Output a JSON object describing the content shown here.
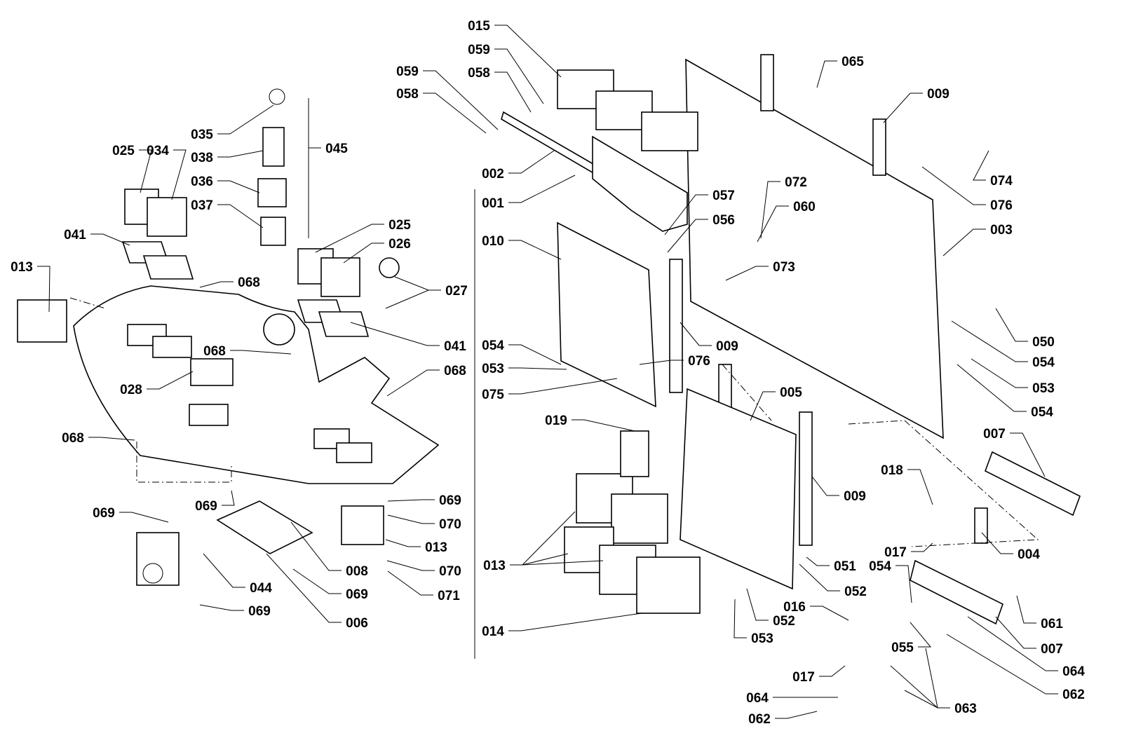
{
  "diagram": {
    "type": "exploded parts diagram",
    "line_color": "#000000",
    "background": "#ffffff",
    "callouts": [
      {
        "text": "015"
      },
      {
        "text": "059"
      },
      {
        "text": "058"
      },
      {
        "text": "059"
      },
      {
        "text": "058"
      },
      {
        "text": "065"
      },
      {
        "text": "009"
      },
      {
        "text": "002"
      },
      {
        "text": "001"
      },
      {
        "text": "072"
      },
      {
        "text": "074"
      },
      {
        "text": "060"
      },
      {
        "text": "076"
      },
      {
        "text": "057"
      },
      {
        "text": "056"
      },
      {
        "text": "003"
      },
      {
        "text": "010"
      },
      {
        "text": "073"
      },
      {
        "text": "009"
      },
      {
        "text": "050"
      },
      {
        "text": "054"
      },
      {
        "text": "076"
      },
      {
        "text": "054"
      },
      {
        "text": "053"
      },
      {
        "text": "075"
      },
      {
        "text": "053"
      },
      {
        "text": "005"
      },
      {
        "text": "054"
      },
      {
        "text": "019"
      },
      {
        "text": "007"
      },
      {
        "text": "018"
      },
      {
        "text": "009"
      },
      {
        "text": "017"
      },
      {
        "text": "004"
      },
      {
        "text": "013"
      },
      {
        "text": "051"
      },
      {
        "text": "054"
      },
      {
        "text": "052"
      },
      {
        "text": "016"
      },
      {
        "text": "052"
      },
      {
        "text": "061"
      },
      {
        "text": "014"
      },
      {
        "text": "053"
      },
      {
        "text": "055"
      },
      {
        "text": "007"
      },
      {
        "text": "064"
      },
      {
        "text": "017"
      },
      {
        "text": "064"
      },
      {
        "text": "063"
      },
      {
        "text": "062"
      },
      {
        "text": "062"
      },
      {
        "text": "035"
      },
      {
        "text": "038"
      },
      {
        "text": "045"
      },
      {
        "text": "025"
      },
      {
        "text": "034"
      },
      {
        "text": "036"
      },
      {
        "text": "037"
      },
      {
        "text": "041"
      },
      {
        "text": "025"
      },
      {
        "text": "026"
      },
      {
        "text": "013"
      },
      {
        "text": "068"
      },
      {
        "text": "027"
      },
      {
        "text": "068"
      },
      {
        "text": "041"
      },
      {
        "text": "068"
      },
      {
        "text": "028"
      },
      {
        "text": "068"
      },
      {
        "text": "069"
      },
      {
        "text": "069"
      },
      {
        "text": "069"
      },
      {
        "text": "070"
      },
      {
        "text": "013"
      },
      {
        "text": "070"
      },
      {
        "text": "008"
      },
      {
        "text": "044"
      },
      {
        "text": "069"
      },
      {
        "text": "071"
      },
      {
        "text": "069"
      },
      {
        "text": "006"
      }
    ]
  }
}
